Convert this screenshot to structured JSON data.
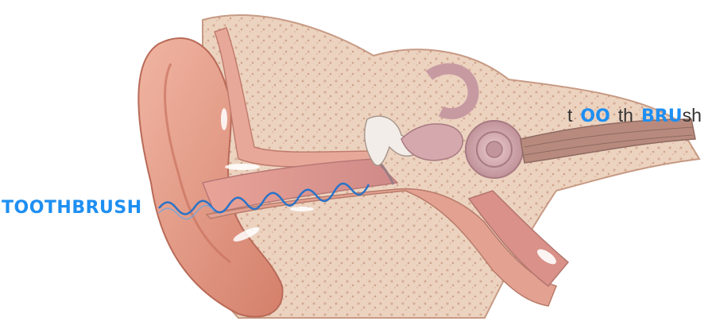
{
  "labels": {
    "original_word": "TOOTHBRUSH",
    "perceived_parts": [
      "t",
      "OO",
      "th",
      "BRU",
      "sh"
    ]
  },
  "colors": {
    "accent": "#1e8ff2",
    "text_dark": "#333333",
    "bone": "#e9cdb8",
    "skin": "#e0907a",
    "canal": "#d98a86",
    "inner_ear": "#c99aa0"
  },
  "icons": {
    "sound_wave": "sine-wave",
    "ear": "ear-cross-section"
  }
}
